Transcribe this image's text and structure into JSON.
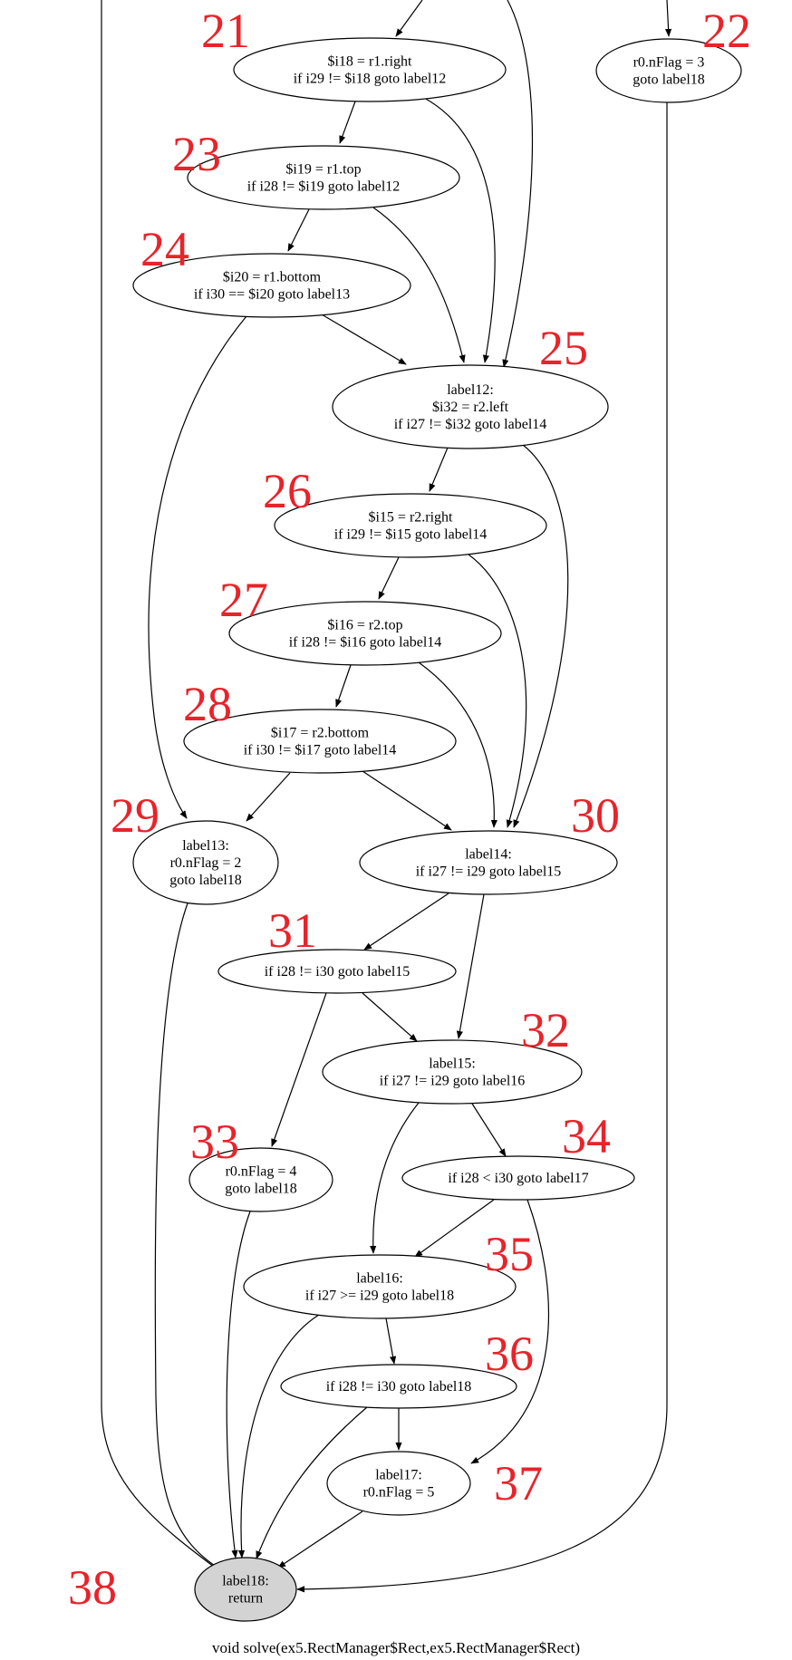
{
  "caption": "void solve(ex5.RectManager$Rect,ex5.RectManager$Rect)",
  "colors": {
    "number": "#e8232a",
    "terminal_fill": "#d3d3d3",
    "stroke": "#000000"
  },
  "nodes": [
    {
      "id": "n21",
      "number": "21",
      "lines": [
        "$i18 = r1.right",
        "if i29 != $i18 goto label12"
      ]
    },
    {
      "id": "n22",
      "number": "22",
      "lines": [
        "r0.nFlag = 3",
        "goto label18"
      ]
    },
    {
      "id": "n23",
      "number": "23",
      "lines": [
        "$i19 = r1.top",
        "if i28 != $i19 goto label12"
      ]
    },
    {
      "id": "n24",
      "number": "24",
      "lines": [
        "$i20 = r1.bottom",
        "if i30 == $i20 goto label13"
      ]
    },
    {
      "id": "n25",
      "number": "25",
      "lines": [
        "label12:",
        "$i32 = r2.left",
        "if i27 != $i32 goto label14"
      ]
    },
    {
      "id": "n26",
      "number": "26",
      "lines": [
        "$i15 = r2.right",
        "if i29 != $i15 goto label14"
      ]
    },
    {
      "id": "n27",
      "number": "27",
      "lines": [
        "$i16 = r2.top",
        "if i28 != $i16 goto label14"
      ]
    },
    {
      "id": "n28",
      "number": "28",
      "lines": [
        "$i17 = r2.bottom",
        "if i30 != $i17 goto label14"
      ]
    },
    {
      "id": "n29",
      "number": "29",
      "lines": [
        "label13:",
        "r0.nFlag = 2",
        "goto label18"
      ]
    },
    {
      "id": "n30",
      "number": "30",
      "lines": [
        "label14:",
        "if i27 != i29 goto label15"
      ]
    },
    {
      "id": "n31",
      "number": "31",
      "lines": [
        "if i28 != i30 goto label15"
      ]
    },
    {
      "id": "n32",
      "number": "32",
      "lines": [
        "label15:",
        "if i27 != i29 goto label16"
      ]
    },
    {
      "id": "n33",
      "number": "33",
      "lines": [
        "r0.nFlag = 4",
        "goto label18"
      ]
    },
    {
      "id": "n34",
      "number": "34",
      "lines": [
        "if i28 < i30 goto label17"
      ]
    },
    {
      "id": "n35",
      "number": "35",
      "lines": [
        "label16:",
        "if i27 >= i29 goto label18"
      ]
    },
    {
      "id": "n36",
      "number": "36",
      "lines": [
        "if i28 != i30 goto label18"
      ]
    },
    {
      "id": "n37",
      "number": "37",
      "lines": [
        "label17:",
        "r0.nFlag = 5"
      ]
    },
    {
      "id": "n38",
      "number": "38",
      "lines": [
        "label18:",
        "return"
      ]
    }
  ],
  "edges": [
    [
      "n21",
      "n23"
    ],
    [
      "n21",
      "n25"
    ],
    [
      "n23",
      "n24"
    ],
    [
      "n23",
      "n25"
    ],
    [
      "n24",
      "n25"
    ],
    [
      "n24",
      "n29"
    ],
    [
      "n25",
      "n26"
    ],
    [
      "n25",
      "n30"
    ],
    [
      "n26",
      "n27"
    ],
    [
      "n26",
      "n30"
    ],
    [
      "n27",
      "n28"
    ],
    [
      "n27",
      "n30"
    ],
    [
      "n28",
      "n29"
    ],
    [
      "n28",
      "n30"
    ],
    [
      "n29",
      "n38"
    ],
    [
      "n30",
      "n31"
    ],
    [
      "n30",
      "n32"
    ],
    [
      "n31",
      "n32"
    ],
    [
      "n31",
      "n33"
    ],
    [
      "n32",
      "n34"
    ],
    [
      "n32",
      "n35"
    ],
    [
      "n33",
      "n38"
    ],
    [
      "n34",
      "n35"
    ],
    [
      "n34",
      "n37"
    ],
    [
      "n35",
      "n36"
    ],
    [
      "n35",
      "n38"
    ],
    [
      "n36",
      "n37"
    ],
    [
      "n36",
      "n38"
    ],
    [
      "n37",
      "n38"
    ],
    [
      "n22",
      "n38"
    ]
  ]
}
